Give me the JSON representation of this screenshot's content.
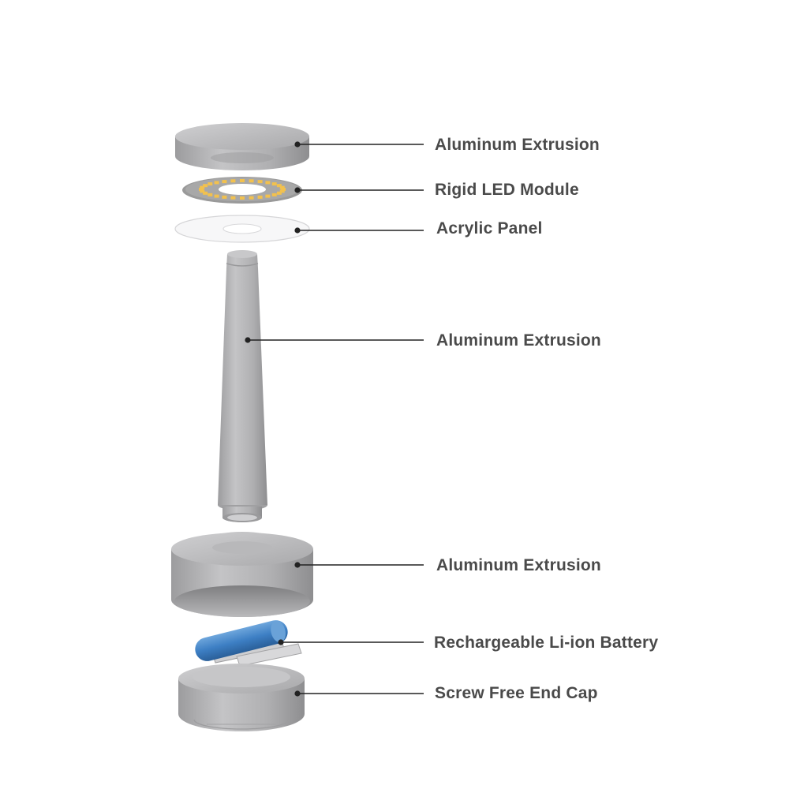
{
  "labels": {
    "top_cap": "Aluminum Extrusion",
    "led_module": "Rigid LED Module",
    "acrylic_panel": "Acrylic Panel",
    "stem": "Aluminum Extrusion",
    "base_housing": "Aluminum Extrusion",
    "battery": "Rechargeable Li-ion Battery",
    "end_cap": "Screw Free End Cap"
  },
  "colors": {
    "aluminum": "#b4b4b6",
    "aluminum_dark": "#8f8f91",
    "led_board": "#9a9a9a",
    "led_chip": "#f2c14e",
    "battery": "#3d7fc4",
    "leader_line": "#222222",
    "label_text": "#4a4a4a"
  }
}
